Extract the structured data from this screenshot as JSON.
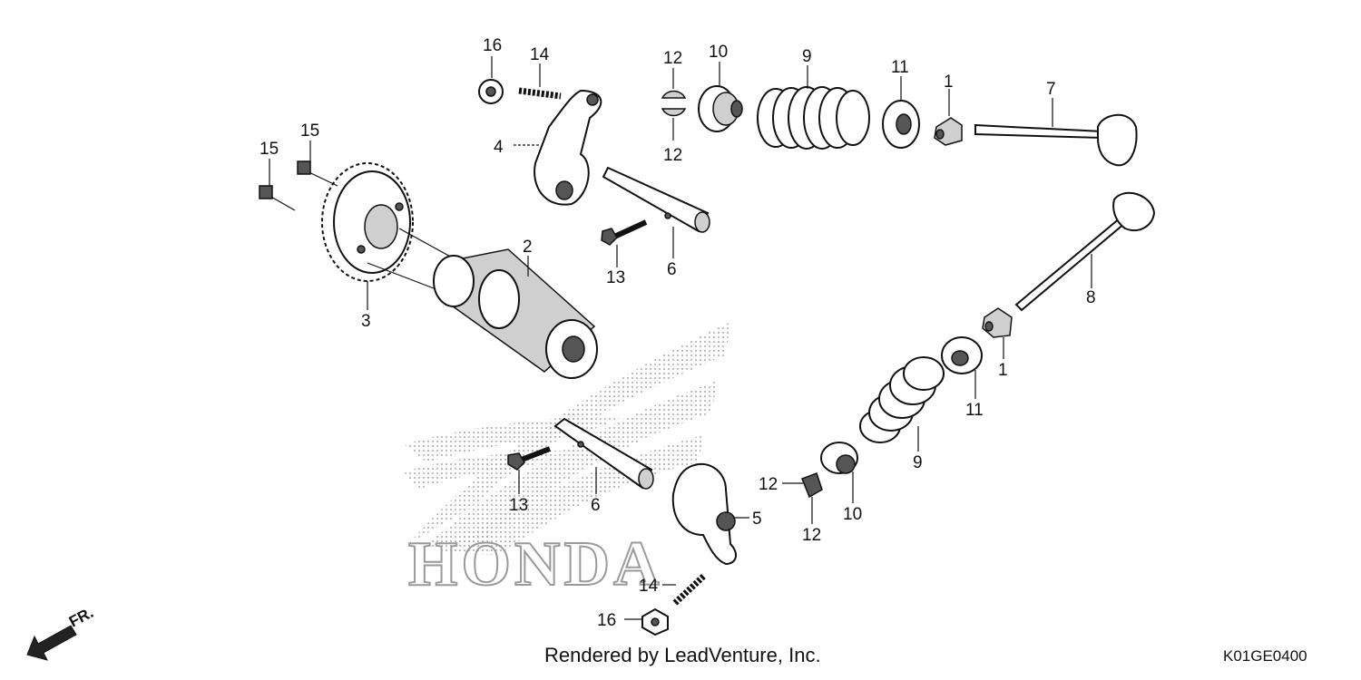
{
  "footer": {
    "credit": "Rendered by LeadVenture, Inc.",
    "code": "K01GE0400"
  },
  "direction_label": "FR.",
  "watermark": "HONDA",
  "callouts": {
    "c16a": "16",
    "c14a": "14",
    "c12a": "12",
    "c10a": "10",
    "c9a": "9",
    "c11a": "11",
    "c1a": "1",
    "c7": "7",
    "c4": "4",
    "c12b": "12",
    "c15a": "15",
    "c15b": "15",
    "c2": "2",
    "c3": "3",
    "c13a": "13",
    "c6a": "6",
    "c8": "8",
    "c1b": "1",
    "c11b": "11",
    "c9b": "9",
    "c12c": "12",
    "c10b": "10",
    "c13b": "13",
    "c6b": "6",
    "c5": "5",
    "c12d": "12",
    "c14b": "14",
    "c16b": "16"
  }
}
